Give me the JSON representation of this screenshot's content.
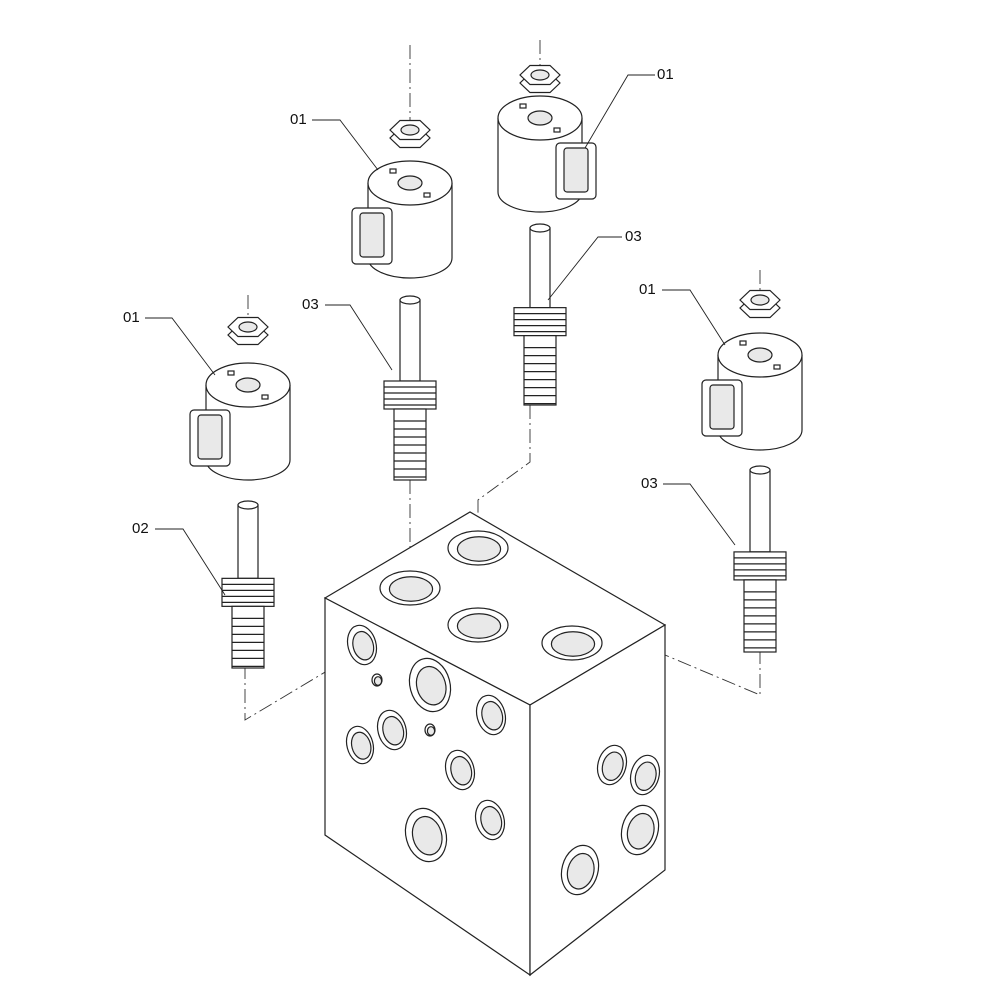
{
  "title": "Valve block exploded view",
  "callouts": [
    {
      "id": "coil-left",
      "label": "01"
    },
    {
      "id": "coil-center-left",
      "label": "01"
    },
    {
      "id": "coil-center-right",
      "label": "01"
    },
    {
      "id": "coil-right",
      "label": "01"
    },
    {
      "id": "cartridge-left",
      "label": "02"
    },
    {
      "id": "cartridge-center-left",
      "label": "03"
    },
    {
      "id": "cartridge-center-right",
      "label": "03"
    },
    {
      "id": "cartridge-right",
      "label": "03"
    }
  ]
}
